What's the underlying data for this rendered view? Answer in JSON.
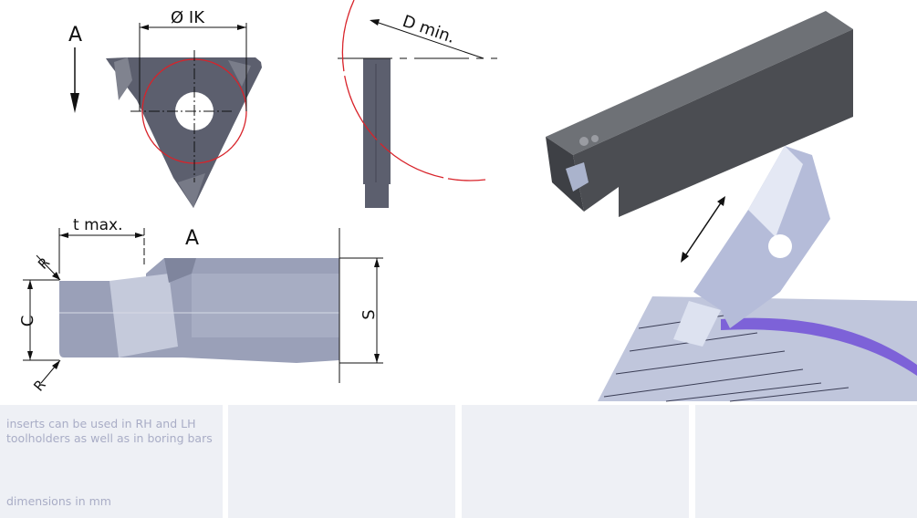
{
  "drawing": {
    "view_label_top": "A",
    "view_label_bottom": "A",
    "ik_label": "Ø IK",
    "dmin_label": "D min.",
    "tmax_label": "t max.",
    "c_label": "C",
    "s_label": "S",
    "r_top_label": "R",
    "r_bottom_label": "R"
  },
  "panels": [
    {
      "note": "inserts can be used in RH and LH toolholders as well as in boring bars",
      "footer": "dimensions in mm"
    },
    {},
    {},
    {}
  ],
  "colors": {
    "insert": "#5c5f6e",
    "red": "#d8232a",
    "panel_bg": "#eef0f5",
    "panel_text": "#a9adc6"
  }
}
